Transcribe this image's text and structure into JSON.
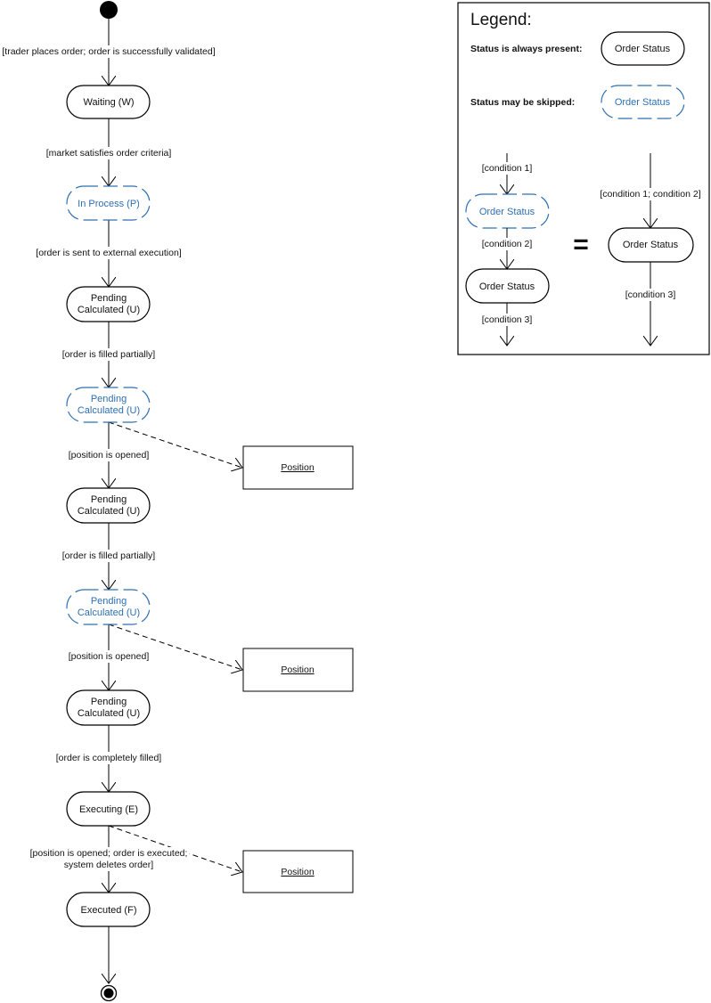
{
  "states": {
    "waiting": "Waiting (W)",
    "in_process": "In Process (P)",
    "pending_line1": "Pending",
    "pending_line2": "Calculated (U)",
    "executing": "Executing (E)",
    "executed": "Executed (F)"
  },
  "conditions": {
    "c1": "[trader places order; order is successfully validated]",
    "c2": "[market satisfies order criteria]",
    "c3": "[order is sent to external execution]",
    "c4": "[order is filled partially]",
    "c5": "[position is opened]",
    "c6": "[order is filled partially]",
    "c7": "[position is opened]",
    "c8": "[order is completely filled]",
    "c9_line1": "[position is opened; order is executed;",
    "c9_line2": "system deletes order]"
  },
  "position_label": "Position",
  "legend": {
    "title": "Legend:",
    "always_present": "Status is always present:",
    "may_skip": "Status may be skipped:",
    "order_status": "Order Status",
    "condition1": "[condition 1]",
    "condition2": "[condition 2]",
    "condition3": "[condition 3]",
    "condition12": "[condition 1; condition 2]",
    "equals": "="
  }
}
